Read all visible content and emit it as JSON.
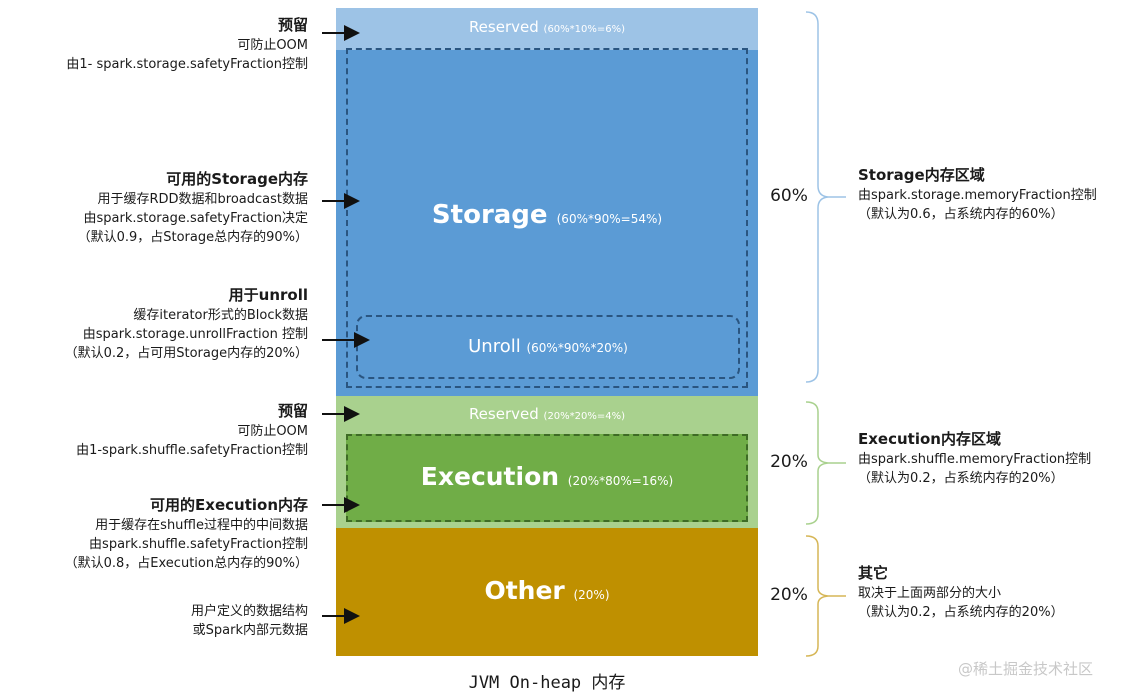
{
  "blocks": {
    "reserved_top": {
      "name": "Reserved",
      "formula": "(60%*10%=6%)"
    },
    "storage": {
      "name": "Storage",
      "formula": "(60%*90%=54%)"
    },
    "unroll": {
      "name": "Unroll",
      "formula": "(60%*90%*20%)"
    },
    "reserved_mid": {
      "name": "Reserved",
      "formula": "(20%*20%=4%)"
    },
    "execution": {
      "name": "Execution",
      "formula": "(20%*80%=16%)"
    },
    "other": {
      "name": "Other",
      "formula": "(20%)"
    }
  },
  "left_notes": {
    "reserved_top": {
      "title": "预留",
      "lines": [
        "可防止OOM",
        "由1- spark.storage.safetyFraction控制"
      ]
    },
    "storage_avail": {
      "title": "可用的Storage内存",
      "lines": [
        "用于缓存RDD数据和broadcast数据",
        "由spark.storage.safetyFraction决定",
        "（默认0.9，占Storage总内存的90%）"
      ]
    },
    "unroll": {
      "title": "用于unroll",
      "lines": [
        "缓存iterator形式的Block数据",
        "由spark.storage.unrollFraction 控制",
        "（默认0.2，占可用Storage内存的20%）"
      ]
    },
    "reserved_mid": {
      "title": "预留",
      "lines": [
        "可防止OOM",
        "由1-spark.shuffle.safetyFraction控制"
      ]
    },
    "execution_avail": {
      "title": "可用的Execution内存",
      "lines": [
        "用于缓存在shuffle过程中的中间数据",
        "由spark.shuffle.safetyFraction控制",
        "（默认0.8，占Execution总内存的90%）"
      ]
    },
    "other": {
      "lines": [
        "用户定义的数据结构",
        "或Spark内部元数据"
      ]
    }
  },
  "percents": {
    "storage": "60%",
    "execution": "20%",
    "other": "20%"
  },
  "right_notes": {
    "storage": {
      "title": "Storage内存区域",
      "lines": [
        "由spark.storage.memoryFraction控制",
        "（默认为0.6，占系统内存的60%）"
      ]
    },
    "execution": {
      "title": "Execution内存区域",
      "lines": [
        "由spark.shuffle.memoryFraction控制",
        "（默认为0.2，占系统内存的20%）"
      ]
    },
    "other": {
      "title": "其它",
      "lines": [
        "取决于上面两部分的大小",
        "（默认为0.2，占系统内存的20%）"
      ]
    }
  },
  "footer": "JVM On-heap 内存",
  "watermark": "@稀土掘金技术社区",
  "colors": {
    "reserved_top": "#9dc3e6",
    "storage": "#5b9bd5",
    "execution_outer": "#a9d18e",
    "execution_inner": "#70ad47",
    "other": "#bf9000",
    "brace": "#9dc3e6"
  }
}
